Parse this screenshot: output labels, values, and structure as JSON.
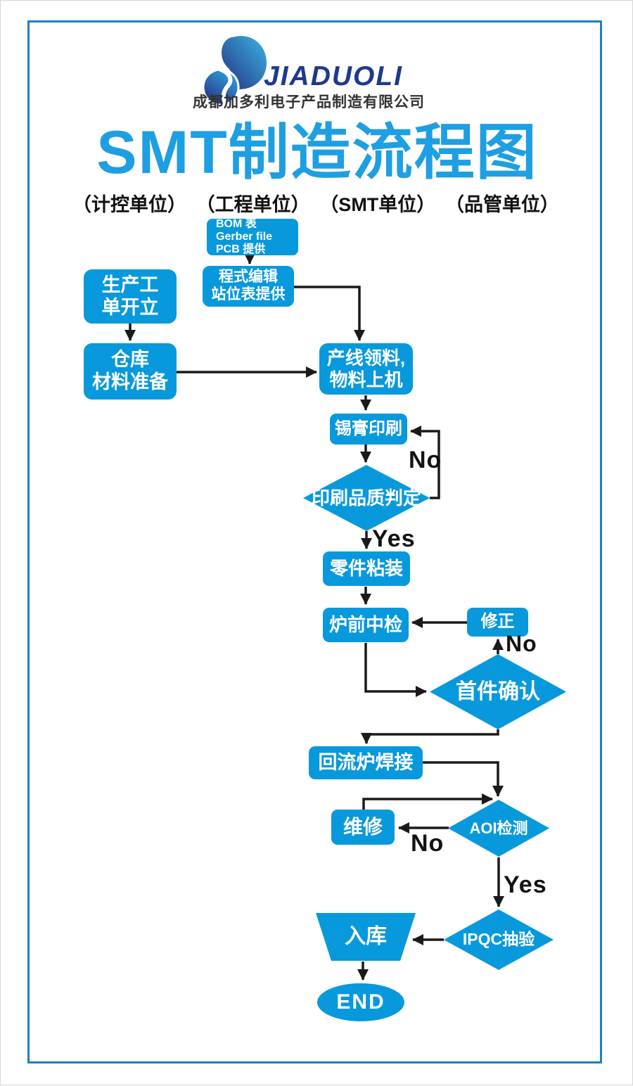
{
  "header": {
    "logo_text": "JIADUOLI",
    "company_name": "成都加多利电子产品制造有限公司",
    "title": "SMT制造流程图",
    "units": [
      "（计控单位）",
      "（工程单位）",
      "（SMT单位）",
      "（品管单位）"
    ]
  },
  "colors": {
    "node_blue": "#0899dc",
    "title_blue": "#1e9fe2",
    "frame_blue": "#1d7fc9",
    "logo_navy": "#1e3a8e",
    "arrow_black": "#1a1a1a"
  },
  "nodes": {
    "bom": {
      "lines": [
        "BOM 表",
        "Gerber file",
        "PCB 提供"
      ]
    },
    "program": {
      "lines": [
        "程式编辑",
        "站位表提供"
      ]
    },
    "work_order": {
      "lines": [
        "生产工",
        "单开立"
      ]
    },
    "warehouse_prep": {
      "lines": [
        "仓库",
        "材料准备"
      ]
    },
    "line_material": {
      "lines": [
        "产线领料,",
        "物料上机"
      ]
    },
    "solder_print": {
      "label": "锡膏印刷"
    },
    "print_quality": {
      "label": "印刷品质判定"
    },
    "parts_mount": {
      "label": "零件粘装"
    },
    "pre_oven_check": {
      "label": "炉前中检"
    },
    "correction": {
      "label": "修正"
    },
    "first_article": {
      "label": "首件确认"
    },
    "reflow": {
      "label": "回流炉焊接"
    },
    "aoi": {
      "label": "AOI检测"
    },
    "repair": {
      "label": "维修"
    },
    "ipqc": {
      "label": "IPQC抽验"
    },
    "storage": {
      "label": "入库"
    },
    "end": {
      "label": "END"
    }
  },
  "edge_labels": {
    "no_print": "No",
    "yes_print": "Yes",
    "no_first_article": "No",
    "no_aoi": "No",
    "yes_aoi": "Yes"
  }
}
